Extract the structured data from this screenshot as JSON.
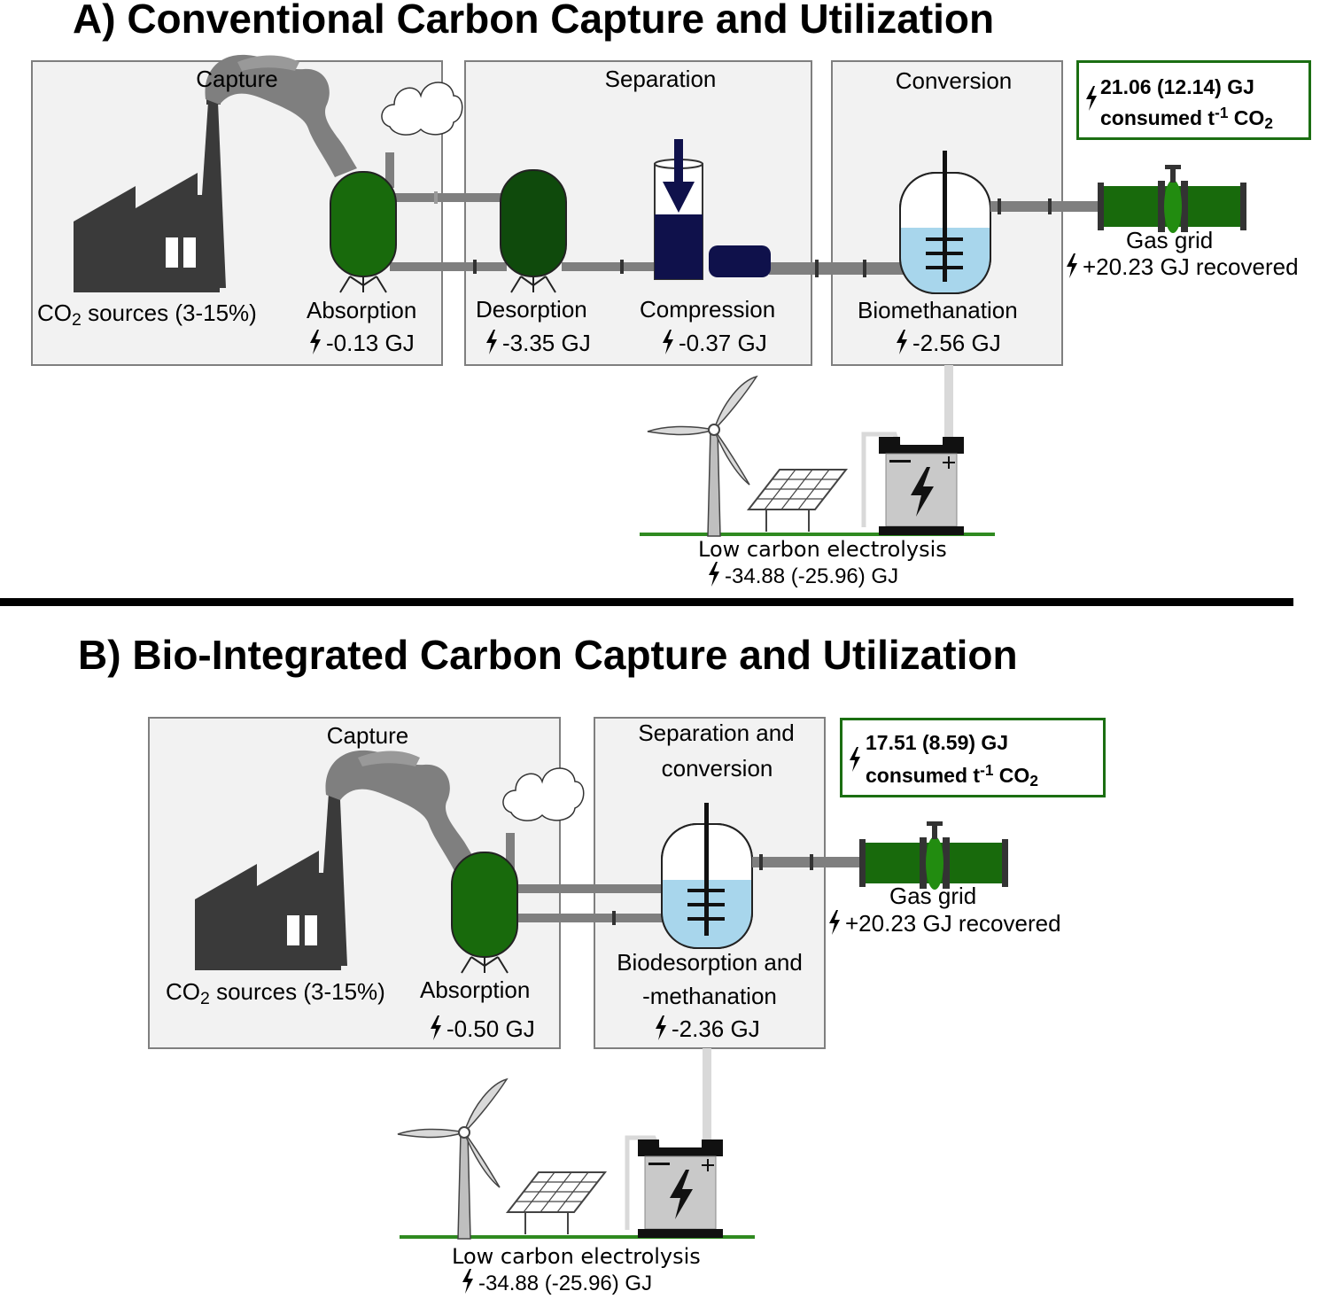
{
  "panel_a": {
    "title": "A) Conventional Carbon Capture and Utilization",
    "stages": {
      "capture": "Capture",
      "separation": "Separation",
      "conversion": "Conversion"
    },
    "labels": {
      "co2_sources_pre": "CO",
      "co2_sources_sub": "2",
      "co2_sources_post": " sources (3-15%)",
      "absorption": "Absorption",
      "absorption_energy": "-0.13 GJ",
      "desorption": "Desorption",
      "desorption_energy": "-3.35 GJ",
      "compression": "Compression",
      "compression_energy": "-0.37 GJ",
      "biomethanation": "Biomethanation",
      "biomethanation_energy": "-2.56 GJ",
      "gas_grid": "Gas grid",
      "gas_grid_energy": "+20.23 GJ recovered",
      "electrolysis": "Low carbon electrolysis",
      "electrolysis_energy": "-34.88 (-25.96) GJ"
    },
    "summary": {
      "line1": "21.06 (12.14) GJ",
      "line2_pre": "consumed t",
      "line2_sup": "-1",
      "line2_post": " CO",
      "line2_sub": "2"
    }
  },
  "panel_b": {
    "title": "B) Bio-Integrated Carbon Capture and Utilization",
    "stages": {
      "capture": "Capture",
      "separation_line1": "Separation and",
      "separation_line2": "conversion"
    },
    "labels": {
      "co2_sources_pre": "CO",
      "co2_sources_sub": "2",
      "co2_sources_post": " sources (3-15%)",
      "absorption": "Absorption",
      "absorption_energy": "-0.50 GJ",
      "biodesorption_line1": "Biodesorption and",
      "biodesorption_line2": "-methanation",
      "biodesorption_energy": "-2.36 GJ",
      "gas_grid": "Gas grid",
      "gas_grid_energy": "+20.23 GJ recovered",
      "electrolysis": "Low carbon electrolysis",
      "electrolysis_energy": "-34.88 (-25.96) GJ"
    },
    "summary": {
      "line1": "17.51 (8.59) GJ",
      "line2_pre": "consumed t",
      "line2_sup": "-1",
      "line2_post": " CO",
      "line2_sub": "2"
    }
  },
  "colors": {
    "vessel_green": "#186a0c",
    "vessel_dark_green": "#0f4a0c",
    "navy": "#0f114b",
    "pipe": "#7f7f7f",
    "factory": "#3a3a3a",
    "liquid": "#a8d6ec",
    "grass": "#2f8a20"
  }
}
